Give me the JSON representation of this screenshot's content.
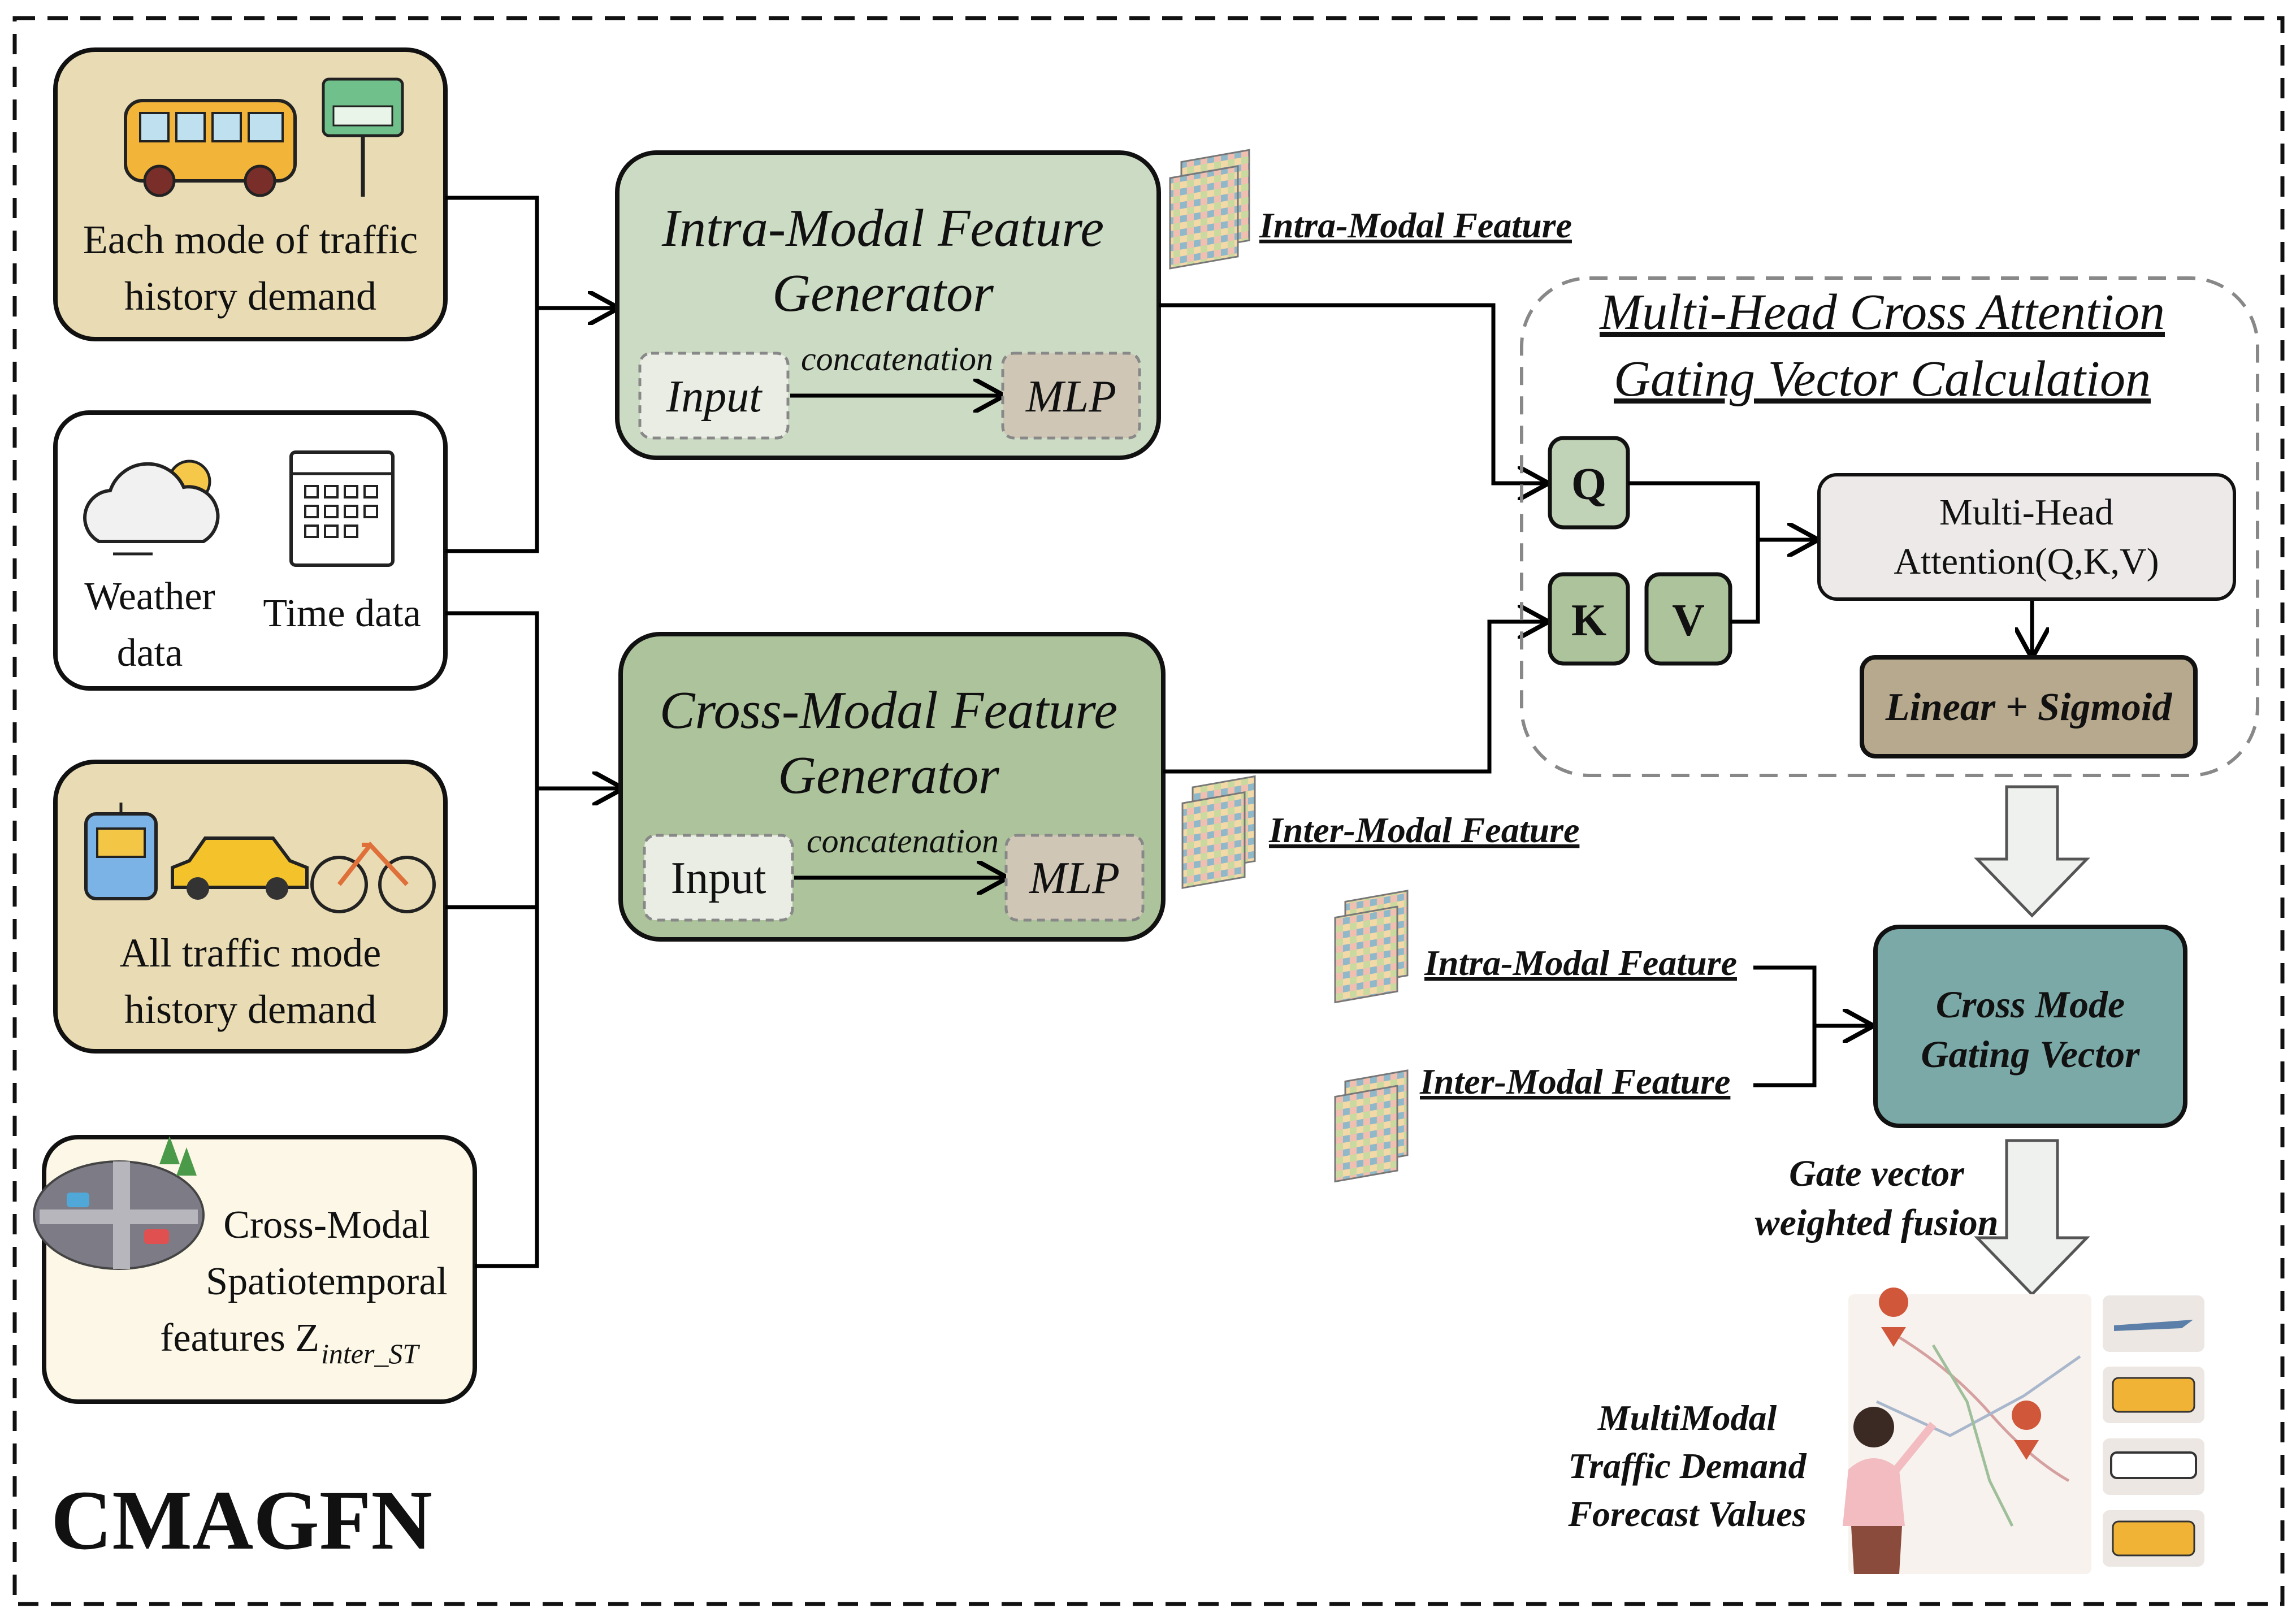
{
  "title": "CMAGFN",
  "inputs": {
    "each_mode": [
      "Each mode of traffic",
      "history demand"
    ],
    "weather": [
      "Weather",
      "data"
    ],
    "time": "Time data",
    "all_mode": [
      "All traffic mode",
      "history demand"
    ],
    "spatiotemporal": [
      "Cross-Modal",
      "Spatiotemporal",
      "features Z",
      "inter_ST"
    ]
  },
  "intra_generator": {
    "title": [
      "Intra-Modal Feature",
      "Generator"
    ],
    "input": "Input",
    "edge": "concatenation",
    "mlp": "MLP"
  },
  "cross_generator": {
    "title": [
      "Cross-Modal Feature",
      "Generator"
    ],
    "input": "Input",
    "edge": "concatenation",
    "mlp": "MLP"
  },
  "features": {
    "intra": "Intra-Modal Feature",
    "inter": "Inter-Modal Feature",
    "intra2": "Intra-Modal Feature",
    "inter2": "Inter-Modal Feature"
  },
  "attention": {
    "title": [
      "Multi-Head Cross Attention",
      "Gating Vector Calculation"
    ],
    "q": "Q",
    "k": "K",
    "v": "V",
    "mha": [
      "Multi-Head",
      "Attention(Q,K,V)"
    ],
    "linear": "Linear + Sigmoid"
  },
  "gating": {
    "box": [
      "Cross Mode",
      "Gating Vector"
    ],
    "fusion": [
      "Gate vector",
      "weighted fusion"
    ]
  },
  "output": [
    "MultiModal",
    "Traffic Demand",
    "Forecast Values"
  ],
  "colors": {
    "input_tan": "#e9dcb4",
    "input_cream": "#fcf7e6",
    "intra_green": "#ccdbc4",
    "cross_green": "#adc39c",
    "mlp": "#cfc6b6",
    "qkv": "#c1d3b7",
    "mha": "#ede9e8",
    "linear": "#b7a98d",
    "gate": "#7ba9a7"
  }
}
